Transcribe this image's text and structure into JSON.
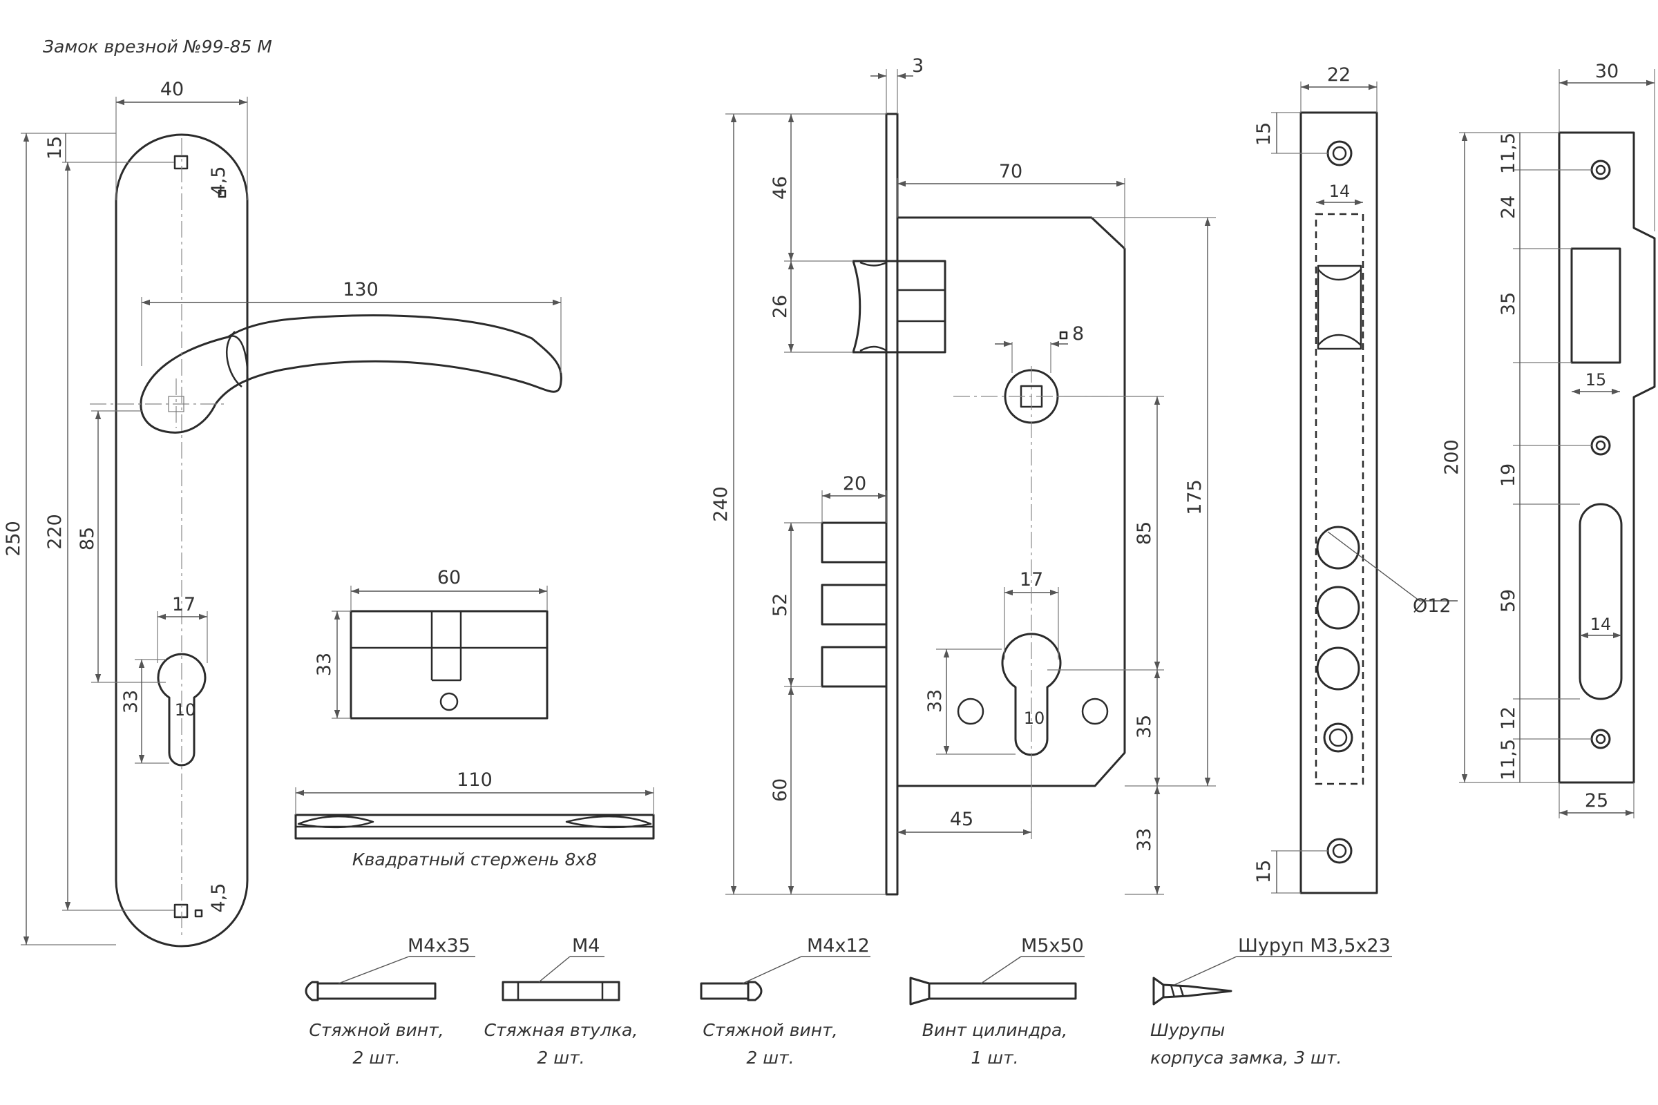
{
  "title": "Замок врезной №99-85 М",
  "dimensions": {
    "handle_width": "40",
    "handle_top_hole": "15",
    "handle_hole_size_top": "4,5",
    "handle_length": "130",
    "plate_height": "250",
    "hole_spacing": "220",
    "cylinder_offset": "85",
    "cyl_width": "17",
    "cyl_height": "33",
    "cyl_slot": "10",
    "handle_hole_size_bottom": "4,5",
    "cylinder_length": "60",
    "cylinder_height": "33",
    "spindle_length": "110",
    "faceplate_thickness": "3",
    "body_depth": "70",
    "faceplate_height": "240",
    "top_to_latch": "46",
    "latch_height": "26",
    "spindle_square": "8",
    "bolt_projection": "20",
    "bolt_span": "52",
    "bottom_to_bolt": "60",
    "body_height": "175",
    "handle_to_cyl": "85",
    "lock_cyl_width": "17",
    "lock_cyl_height": "33",
    "lock_cyl_slot": "10",
    "backset": "45",
    "cyl_to_bottom": "35",
    "body_to_bottom": "33",
    "front_width": "22",
    "front_hole_top": "15",
    "front_slot_width": "14",
    "bolt_diameter": "Ø12",
    "front_hole_bottom": "15",
    "strike_width": "30",
    "strike_top": "11,5",
    "strike_24": "24",
    "strike_35": "35",
    "strike_15": "15",
    "strike_height": "200",
    "strike_19": "19",
    "strike_59": "59",
    "strike_slot_width": "14",
    "strike_12": "12",
    "strike_bottom": "11,5",
    "strike_bottom_width": "25"
  },
  "spindle_label": "Квадратный стержень 8x8",
  "parts": [
    {
      "spec": "M4x35",
      "name": "Стяжной винт,",
      "qty": "2 шт."
    },
    {
      "spec": "M4",
      "name": "Стяжная втулка,",
      "qty": "2 шт."
    },
    {
      "spec": "M4x12",
      "name": "Стяжной винт,",
      "qty": "2 шт."
    },
    {
      "spec": "M5x50",
      "name": "Винт цилиндра,",
      "qty": "1 шт."
    },
    {
      "spec": "Шуруп М3,5x23",
      "name": "Шурупы",
      "qty": "корпуса замка, 3 шт."
    }
  ]
}
